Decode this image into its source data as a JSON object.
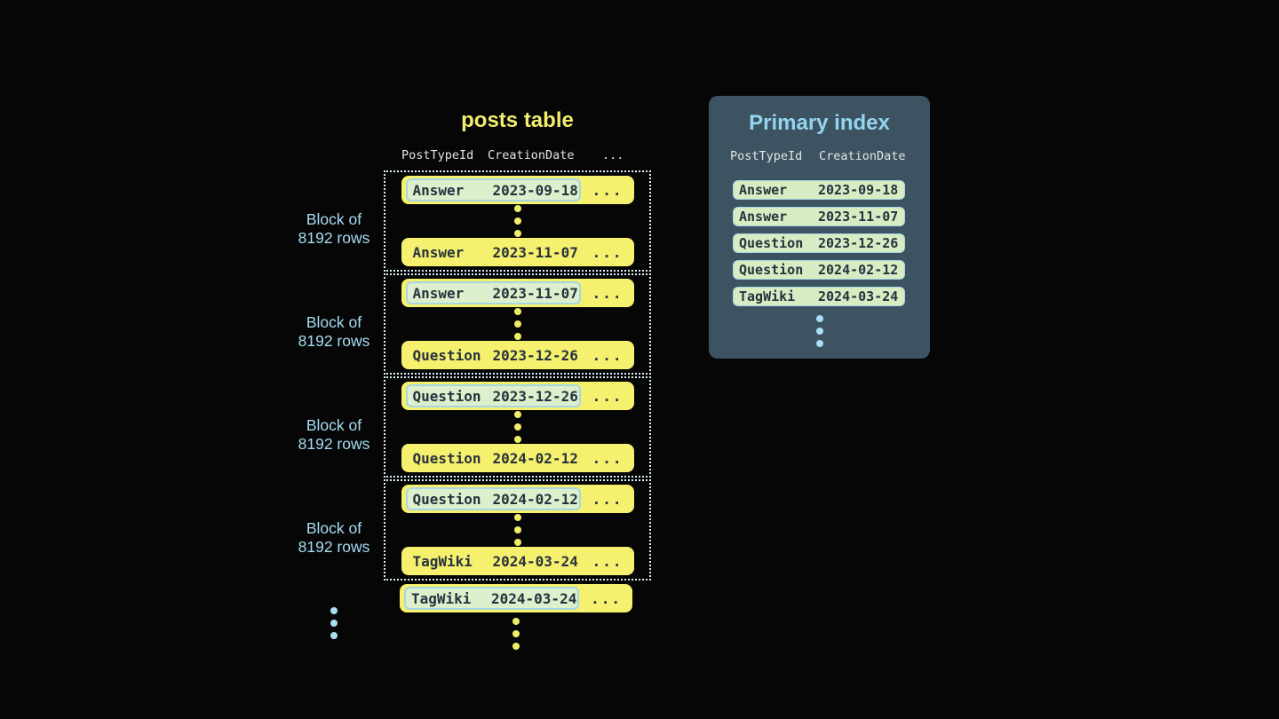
{
  "posts_table": {
    "title": "posts table",
    "header": {
      "col1": "PostTypeId",
      "col2": "CreationDate",
      "more": "..."
    },
    "row_ellipsis": "...",
    "block_label": {
      "line1": "Block of",
      "line2": "8192 rows"
    },
    "blocks": [
      {
        "first": {
          "type": "Answer",
          "date": "2023-09-18"
        },
        "last": {
          "type": "Answer",
          "date": "2023-11-07"
        }
      },
      {
        "first": {
          "type": "Answer",
          "date": "2023-11-07"
        },
        "last": {
          "type": "Question",
          "date": "2023-12-26"
        }
      },
      {
        "first": {
          "type": "Question",
          "date": "2023-12-26"
        },
        "last": {
          "type": "Question",
          "date": "2024-02-12"
        }
      },
      {
        "first": {
          "type": "Question",
          "date": "2024-02-12"
        },
        "last": {
          "type": "TagWiki",
          "date": "2024-03-24"
        }
      }
    ],
    "overflow_row": {
      "type": "TagWiki",
      "date": "2024-03-24"
    }
  },
  "primary_index": {
    "title": "Primary index",
    "header": {
      "col1": "PostTypeId",
      "col2": "CreationDate"
    },
    "rows": [
      {
        "type": "Answer",
        "date": "2023-09-18"
      },
      {
        "type": "Answer",
        "date": "2023-11-07"
      },
      {
        "type": "Question",
        "date": "2023-12-26"
      },
      {
        "type": "Question",
        "date": "2024-02-12"
      },
      {
        "type": "TagWiki",
        "date": "2024-03-24"
      }
    ]
  },
  "colors": {
    "background": "#060607",
    "row_yellow": "#f5f06d",
    "highlight_green": "#ddefcd",
    "highlight_border": "#a6d6e3",
    "panel_bg": "#3d5361",
    "accent_blue": "#a5dcf3",
    "title_yellow": "#f2ee6c",
    "index_pill_green": "#d8ecc4",
    "text_dark": "#27323e",
    "header_gray": "#e3e7e3"
  }
}
